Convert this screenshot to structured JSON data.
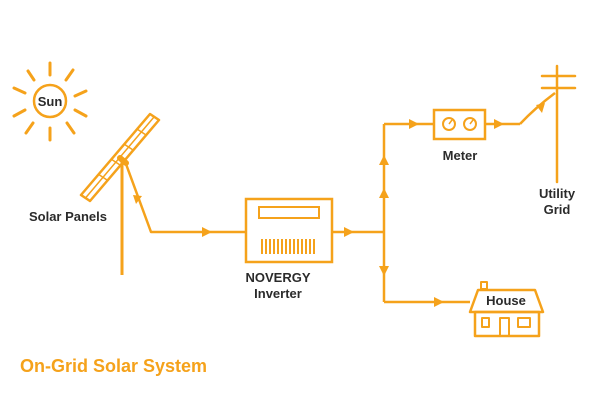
{
  "title": "On-Grid Solar System",
  "nodes": {
    "sun": "Sun",
    "solar_panels": "Solar Panels",
    "inverter_brand": "NOVERGY",
    "inverter": "Inverter",
    "meter": "Meter",
    "utility": "Utility",
    "grid": "Grid",
    "house": "House"
  },
  "colors": {
    "accent": "#f5a21b",
    "text": "#2b2b2b",
    "background": "#ffffff"
  }
}
